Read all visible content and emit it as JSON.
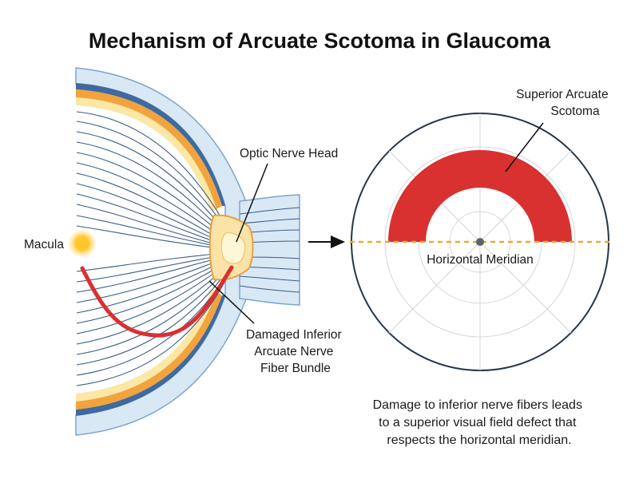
{
  "title": "Mechanism of Arcuate Scotoma in Glaucoma",
  "labels": {
    "macula": "Macula",
    "optic_nerve_head": "Optic Nerve Head",
    "damaged_bundle": [
      "Damaged Inferior",
      "Arcuate Nerve",
      "Fiber Bundle"
    ],
    "superior_scotoma": [
      "Superior Arcuate",
      "Scotoma"
    ],
    "horizontal_meridian": "Horizontal Meridian"
  },
  "caption": [
    "Damage to inferior nerve fibers leads",
    "to a superior visual field defect that",
    "respects the horizontal meridian."
  ],
  "colors": {
    "damage_red": "#d93030",
    "fiber_blue": "#3a5d86",
    "sclera_blue": "#d9e8f5",
    "layer_orange": "#f2a33c",
    "layer_yellow": "#fbe7a6",
    "meridian": "#e8a93a",
    "macula": "#ffc62e"
  }
}
